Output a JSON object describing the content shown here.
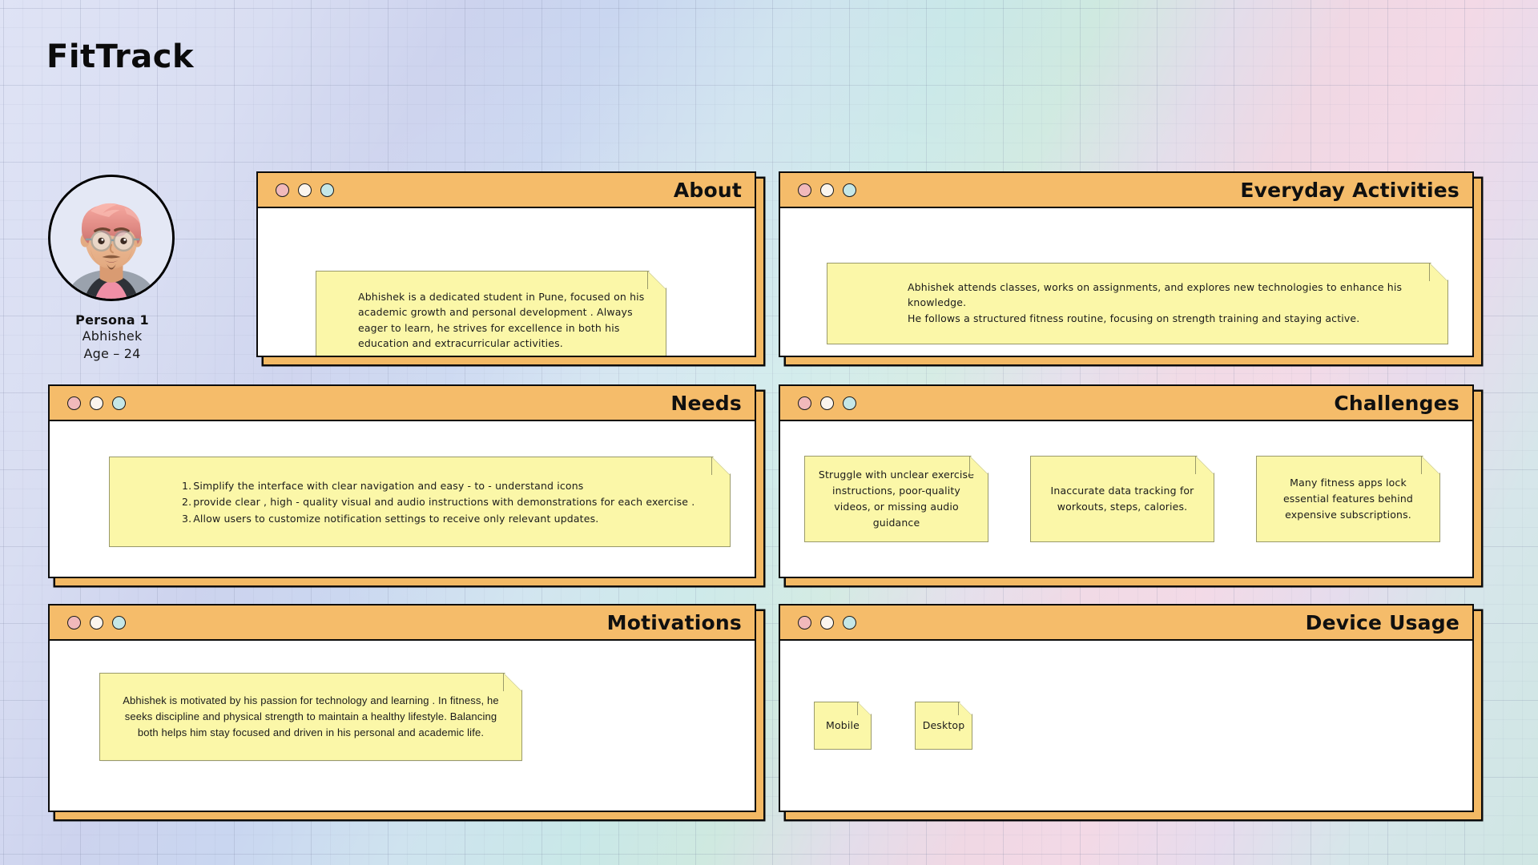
{
  "app": {
    "title": "FitTrack"
  },
  "persona": {
    "label": "Persona 1",
    "name": "Abhishek",
    "age": "Age – 24",
    "avatar_icon": "avatar-illustration-icon"
  },
  "window_controls": {
    "close": "close-dot",
    "minimize": "minimize-dot",
    "maximize": "maximize-dot"
  },
  "colors": {
    "header_orange": "#f5bc6a",
    "note_yellow": "#fbf7a8",
    "outline_black": "#0b0b0b",
    "dot_red": "#f1b9bb",
    "dot_white": "#fbf5ee",
    "dot_cyan": "#c5e7e7"
  },
  "cards": {
    "about": {
      "title": "About",
      "note": "Abhishek is a dedicated student in Pune, focused on his academic growth and personal development . Always eager to learn, he strives for excellence in both his education and extracurricular activities."
    },
    "activities": {
      "title": "Everyday Activities",
      "lines": [
        "Abhishek attends classes, works on assignments, and explores new technologies to enhance his knowledge.",
        "He follows a structured fitness routine, focusing on strength training and staying active."
      ]
    },
    "needs": {
      "title": "Needs",
      "items": [
        {
          "num": "1.",
          "text": "Simplify the interface with clear navigation and easy - to - understand icons"
        },
        {
          "num": "2.",
          "text": "provide clear , high - quality visual and audio instructions with demonstrations for each exercise ."
        },
        {
          "num": "3.",
          "text": " Allow users to customize notification settings to receive only relevant updates."
        }
      ]
    },
    "challenges": {
      "title": "Challenges",
      "notes": [
        "Struggle with unclear exercise instructions, poor-quality videos, or missing audio guidance",
        "Inaccurate data tracking for workouts, steps, calories.",
        "Many fitness apps lock essential features behind expensive subscriptions."
      ]
    },
    "motivations": {
      "title": "Motivations",
      "note": "Abhishek is motivated by his passion for technology and learning . In fitness, he seeks discipline and physical strength to maintain a healthy lifestyle. Balancing both helps him stay focused and driven in his personal and academic life."
    },
    "device_usage": {
      "title": "Device Usage",
      "notes": [
        "Mobile",
        "Desktop"
      ]
    }
  }
}
